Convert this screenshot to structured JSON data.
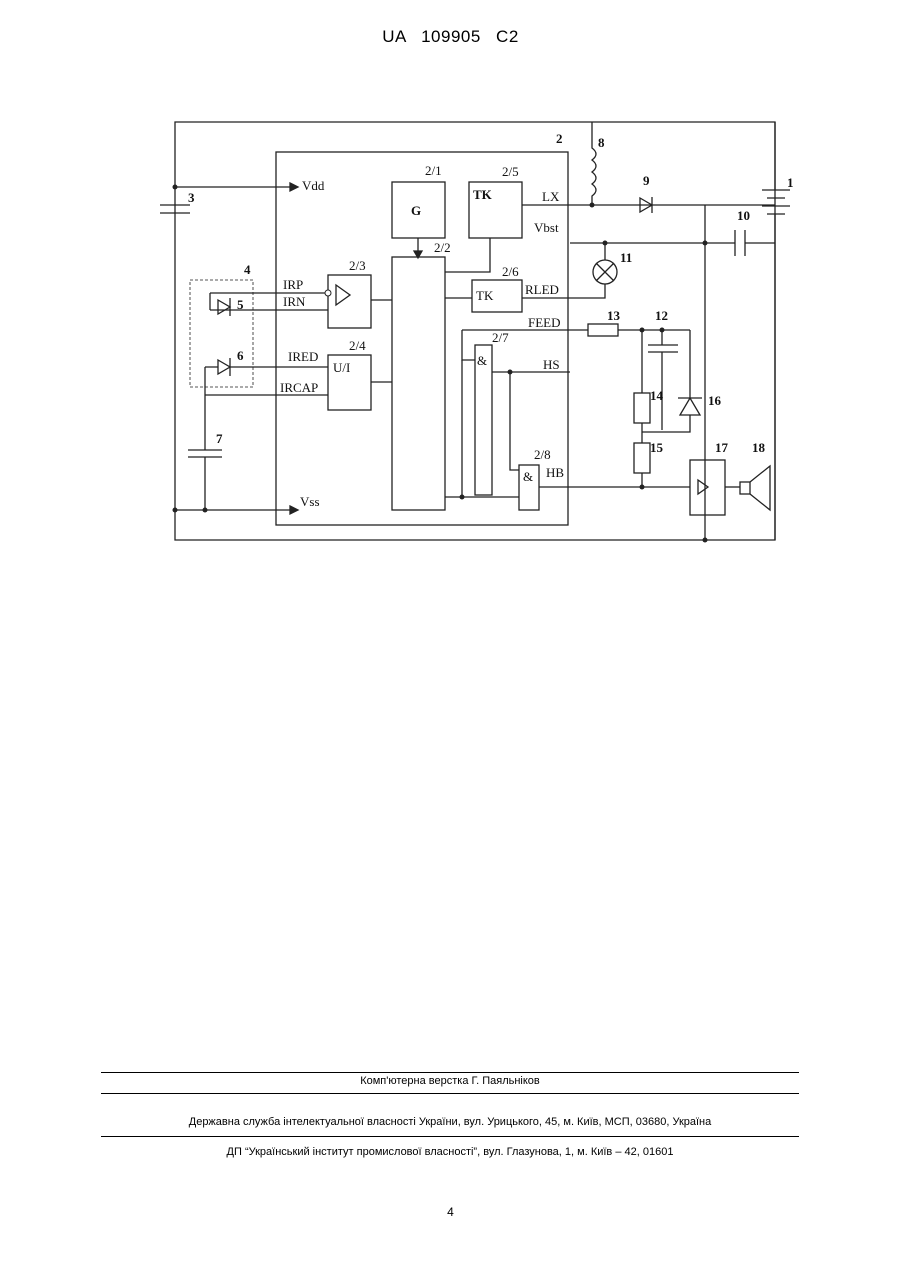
{
  "header": {
    "patent_id": "UA   109905   C2"
  },
  "figure": {
    "refs": {
      "r1": "1",
      "r2": "2",
      "r3": "3",
      "r4": "4",
      "r5": "5",
      "r6": "6",
      "r7": "7",
      "r8": "8",
      "r9": "9",
      "r10": "10",
      "r11": "11",
      "r12": "12",
      "r13": "13",
      "r14": "14",
      "r15": "15",
      "r16": "16",
      "r17": "17",
      "r18": "18",
      "b21": "2/1",
      "b22": "2/2",
      "b23": "2/3",
      "b24": "2/4",
      "b25": "2/5",
      "b26": "2/6",
      "b27": "2/7",
      "b28": "2/8"
    },
    "pins": {
      "vdd": "Vdd",
      "vss": "Vss",
      "irp": "IRP",
      "irn": "IRN",
      "ired": "IRED",
      "ircap": "IRCAP",
      "lx": "LX",
      "vbst": "Vbst",
      "rled": "RLED",
      "feed": "FEED",
      "hs": "HS",
      "hb": "HB"
    },
    "blocks": {
      "g": "G",
      "tk1": "TK",
      "tk2": "TK",
      "ui": "U/I",
      "and1": "&",
      "and2": "&"
    }
  },
  "footer": {
    "line1": "Комп'ютерна верстка Г. Паяльніков",
    "line2": "Державна служба інтелектуальної власності України, вул. Урицького, 45, м. Київ, МСП, 03680, Україна",
    "line3": "ДП “Український інститут промислової власності”, вул. Глазунова, 1, м. Київ – 42, 01601"
  },
  "page_number": "4"
}
